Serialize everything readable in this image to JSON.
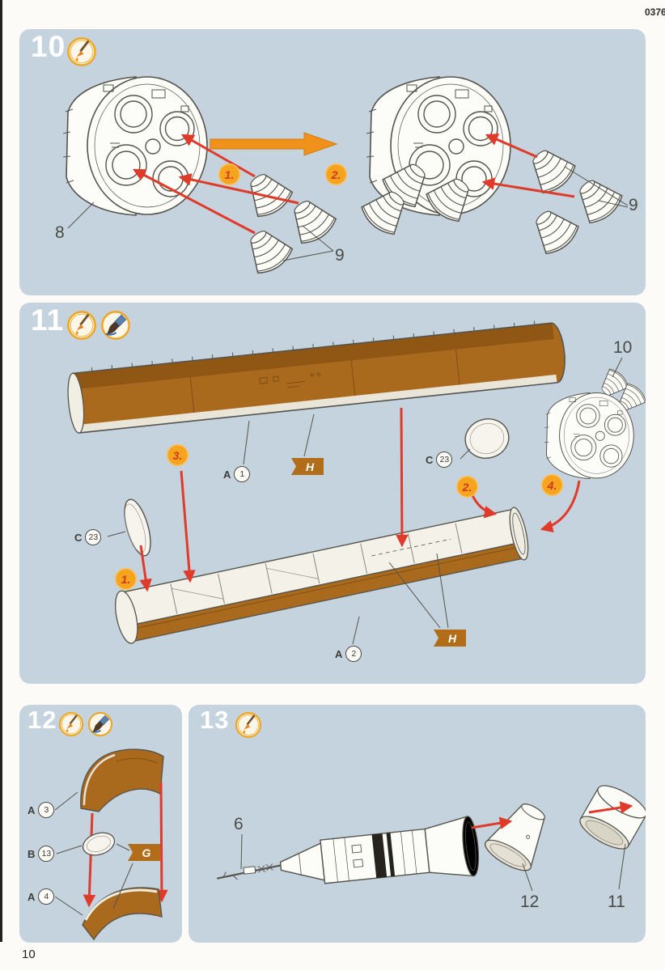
{
  "header": {
    "kit_number": "0376"
  },
  "footer": {
    "page_number": "10"
  },
  "icons": {
    "paint": "paint-icon",
    "brush": "brush-icon"
  },
  "colors": {
    "panel_background": "#c5d3de",
    "accent_orange": "#f0911c",
    "arrow_red": "#df3a2a",
    "part_brown": "#a96a1e",
    "flag_brown": "#b26d18",
    "outline_gray": "#55544c",
    "step_number": "#ffffff"
  },
  "step10": {
    "number": "10",
    "badge_1": "1.",
    "badge_2": "2.",
    "label_part_8": "8",
    "label_part_9_left": "9",
    "label_part_9_right": "9"
  },
  "step11": {
    "number": "11",
    "badge_1": "1.",
    "badge_2": "2.",
    "badge_3": "3.",
    "badge_4": "4.",
    "label_part_10": "10",
    "ref_a1": {
      "letter": "A",
      "num": "1"
    },
    "ref_a2": {
      "letter": "A",
      "num": "2"
    },
    "ref_c23_left": {
      "letter": "C",
      "num": "23"
    },
    "ref_c23_right": {
      "letter": "C",
      "num": "23"
    },
    "flag_top": "H",
    "flag_bottom": "H"
  },
  "step12": {
    "number": "12",
    "ref_a3": {
      "letter": "A",
      "num": "3"
    },
    "ref_b13": {
      "letter": "B",
      "num": "13"
    },
    "ref_a4": {
      "letter": "A",
      "num": "4"
    },
    "flag": "G"
  },
  "step13": {
    "number": "13",
    "label_part_6": "6",
    "label_part_12": "12",
    "label_part_11": "11"
  }
}
